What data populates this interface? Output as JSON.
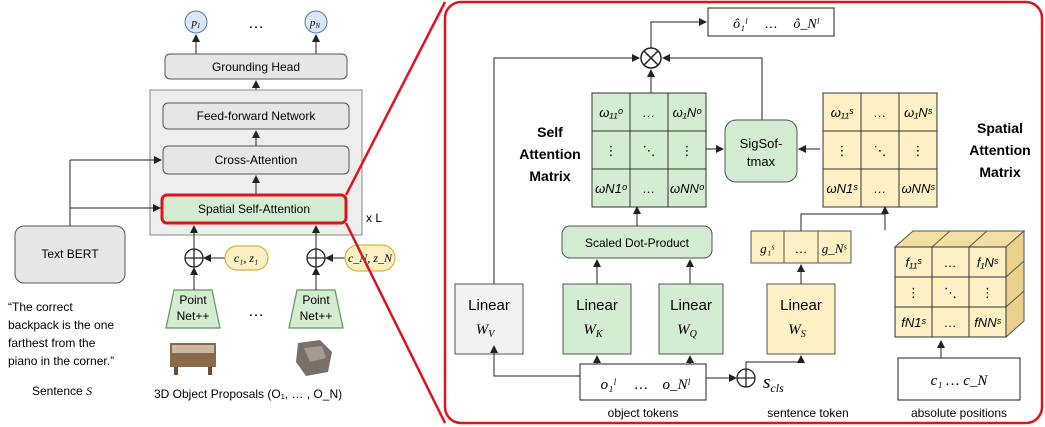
{
  "left": {
    "outputs": {
      "first": "p",
      "first_sub": "1",
      "ellipsis": "…",
      "last": "p",
      "last_sub": "N"
    },
    "grounding_head": "Grounding Head",
    "ffn": "Feed-forward Network",
    "cross_attention": "Cross-Attention",
    "spatial_self_attention": "Spatial Self-Attention",
    "repeat": "x L",
    "text_bert": "Text BERT",
    "sentence_quote": [
      "“The correct",
      "backpack is the one",
      "farthest from the",
      "piano in the corner.”"
    ],
    "sentence_label": "Sentence",
    "sentence_symbol": "S",
    "pointnet": [
      "Point",
      "Net++"
    ],
    "ellipsis": "…",
    "pos_first": "c₁, z₁",
    "pos_last": "c_N, z_N",
    "proposals_label": "3D Object Proposals (O₁, … , O_N)"
  },
  "right": {
    "output_tokens": [
      "ô₁ˡ",
      "…",
      "ô_Nˡ"
    ],
    "self_attention_title": [
      "Self",
      "Attention",
      "Matrix"
    ],
    "spatial_attention_title": [
      "Spatial",
      "Attention",
      "Matrix"
    ],
    "self_matrix": [
      "ω₁₁ᵒ",
      "…",
      "ω₁Nᵒ",
      "⋮",
      "⋱",
      "⋮",
      "ωN1ᵒ",
      "…",
      "ωNNᵒ"
    ],
    "spatial_matrix": [
      "ω₁₁ˢ",
      "…",
      "ω₁Nˢ",
      "⋮",
      "⋱",
      "⋮",
      "ωN1ˢ",
      "…",
      "ωNNˢ"
    ],
    "feature_matrix": [
      "f₁₁ˢ",
      "…",
      "f₁Nˢ",
      "⋮",
      "⋱",
      "⋮",
      "fN1ˢ",
      "…",
      "fNNˢ"
    ],
    "sigsoftmax": [
      "SigSof-",
      "tmax"
    ],
    "scaled_dot": "Scaled Dot-Product",
    "g_tokens": [
      "g₁ˢ",
      "…",
      "g_Nˢ"
    ],
    "linear_label": "Linear",
    "wv": "W",
    "wv_sub": "V",
    "wk": "W",
    "wk_sub": "K",
    "wq": "W",
    "wq_sub": "Q",
    "ws": "W",
    "ws_sub": "S",
    "object_tokens_box": [
      "o₁ˡ",
      "…",
      "o_Nˡ"
    ],
    "s_cls": "s",
    "s_cls_sub": "cls",
    "positions_box": "c₁ … c_N",
    "object_tokens_label": "object tokens",
    "sentence_token_label": "sentence token",
    "absolute_positions_label": "absolute positions"
  },
  "colors": {
    "red": "#e0141e",
    "grey_box": "#e6e6e6",
    "green": "#d4ecd1",
    "green_stroke": "#5a9a5a",
    "yellow": "#fdf0c4",
    "yellow_stroke": "#b79a3c",
    "blue_circle": "#dbe7f7"
  }
}
